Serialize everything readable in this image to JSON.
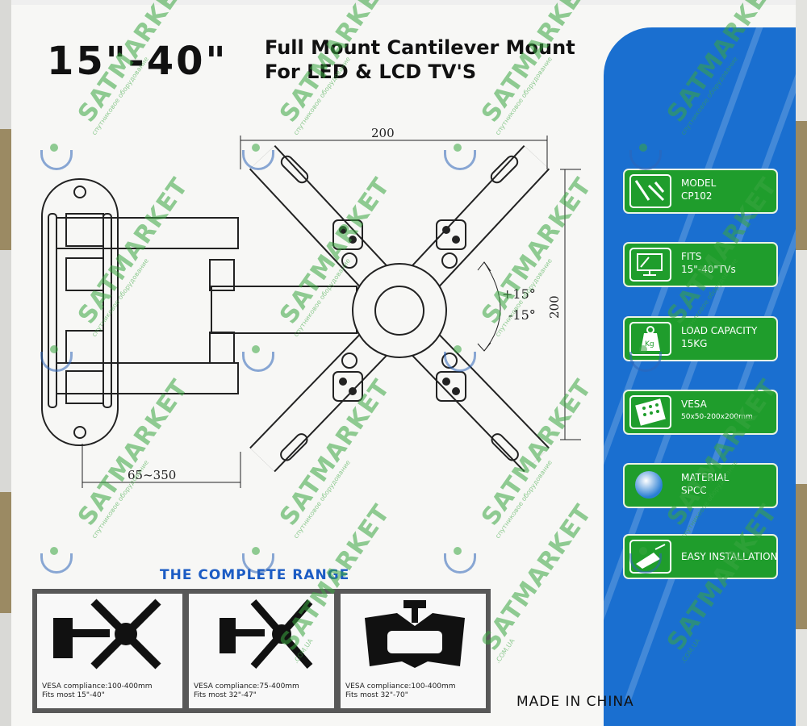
{
  "header": {
    "size_range": "15\"-40\"",
    "line1": "Full Mount Cantilever Mount",
    "line2": "For LED & LCD TV'S"
  },
  "drawing": {
    "dim_top": "200",
    "dim_right": "200",
    "dim_bottom": "65~350",
    "tilt_up": "+15°",
    "tilt_down": "-15°"
  },
  "features": [
    {
      "icon": "wall-mount-arm-icon",
      "lines": [
        "MODEL",
        "CP102"
      ]
    },
    {
      "icon": "tv-screen-icon",
      "lines": [
        "FITS",
        "15\"-40\"TVs"
      ]
    },
    {
      "icon": "kg-weight-icon",
      "lines": [
        "LOAD CAPACITY",
        "15KG"
      ]
    },
    {
      "icon": "vesa-plate-icon",
      "lines": [
        "VESA",
        "50x50-200x200mm"
      ]
    },
    {
      "icon": "material-sphere-icon",
      "lines": [
        "MATERIAL",
        "SPCC"
      ]
    },
    {
      "icon": "drill-icon",
      "lines": [
        "EASY INSTALLATION"
      ]
    }
  ],
  "range": {
    "title": "THE COMPLETE RANGE",
    "items": [
      {
        "vesa": "VESA compliance:100-400mm",
        "fits": "Fits most 15\"-40\""
      },
      {
        "vesa": "VESA compliance:75-400mm",
        "fits": "Fits most 32\"-47\""
      },
      {
        "vesa": "VESA compliance:100-400mm",
        "fits": "Fits most 32\"-70\""
      }
    ]
  },
  "made_in": "MADE IN CHINA",
  "watermark": {
    "brand": "SATMARKET",
    "tagline": "спутниковое оборудование",
    "domain": ".COM.UA"
  },
  "colors": {
    "panel_blue": "#1a6fd0",
    "feature_green": "#1f9d2c",
    "range_title_blue": "#1c5cc4",
    "watermark_green": "#3aa640"
  }
}
